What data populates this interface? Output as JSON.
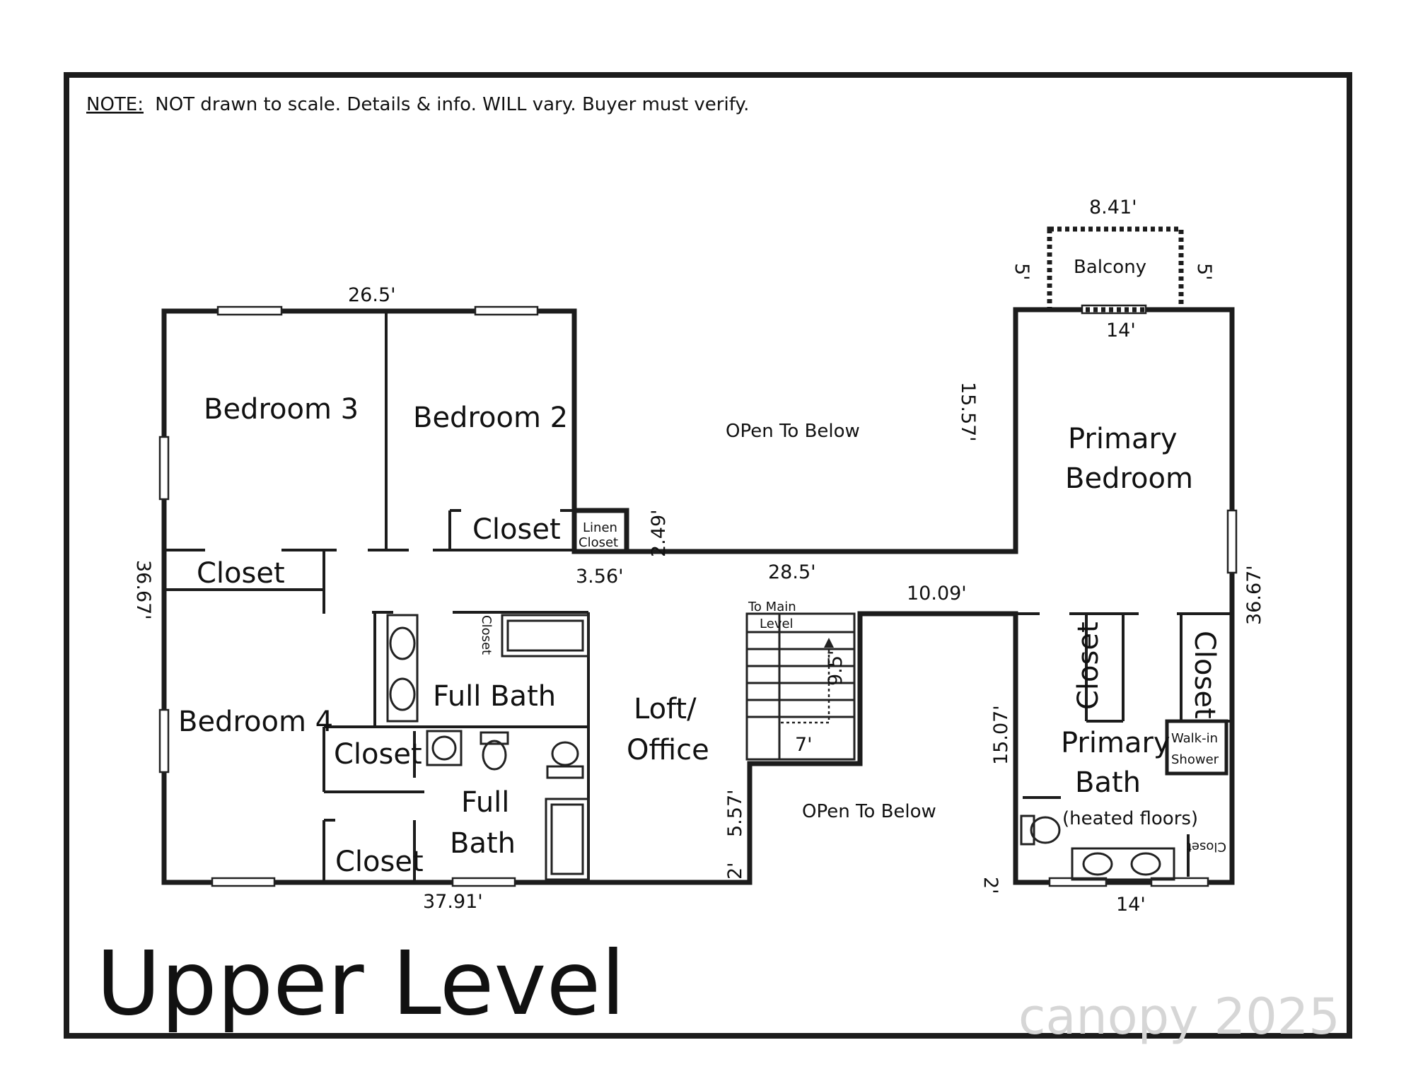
{
  "note": {
    "label": "NOTE:",
    "text": "NOT drawn to scale. Details & info. WILL vary. Buyer must verify."
  },
  "title": "Upper Level",
  "rooms": {
    "bedroom3": "Bedroom 3",
    "bedroom2": "Bedroom 2",
    "bedroom4": "Bedroom 4",
    "open_to_below_top": "OPen To Below",
    "open_to_below_bottom": "OPen To Below",
    "primary_bedroom_1": "Primary",
    "primary_bedroom_2": "Bedroom",
    "balcony": "Balcony",
    "closet_bed2": "Closet",
    "linen_closet_1": "Linen",
    "linen_closet_2": "Closet",
    "closet_bed3": "Closet",
    "closet_bath_small": "Closet",
    "full_bath_upper": "Full Bath",
    "closet_bed4_upper": "Closet",
    "full_bath_lower_1": "Full",
    "full_bath_lower_2": "Bath",
    "closet_bed4_lower": "Closet",
    "loft_1": "Loft/",
    "loft_2": "Office",
    "stairs_1": "To Main",
    "stairs_2": "Level",
    "closet_primary_1": "Closet",
    "closet_primary_2": "Closet",
    "walkin_1": "Walk-in",
    "walkin_2": "Shower",
    "primary_bath_1": "Primary",
    "primary_bath_2": "Bath",
    "primary_bath_3": "(heated floors)",
    "closet_primary_3": "Closet"
  },
  "dimensions": {
    "top_width": "26.5'",
    "balcony_width": "8.41'",
    "balcony_left": "5'",
    "balcony_right": "5'",
    "primary_top": "14'",
    "open_height": "15.57'",
    "left_height": "36.67'",
    "right_height": "36.67'",
    "linen_height": "2.49'",
    "linen_width": "3.56'",
    "hall_width": "28.5'",
    "open_lower_width": "10.09'",
    "stairs_height": "9.5'",
    "stairs_width": "7'",
    "primary_bath_height": "15.07'",
    "loft_height": "5.57'",
    "loft_step": "2'",
    "primary_bath_step": "2'",
    "bottom_width": "37.91'",
    "primary_bottom": "14'"
  },
  "watermark": "canopy 2025"
}
